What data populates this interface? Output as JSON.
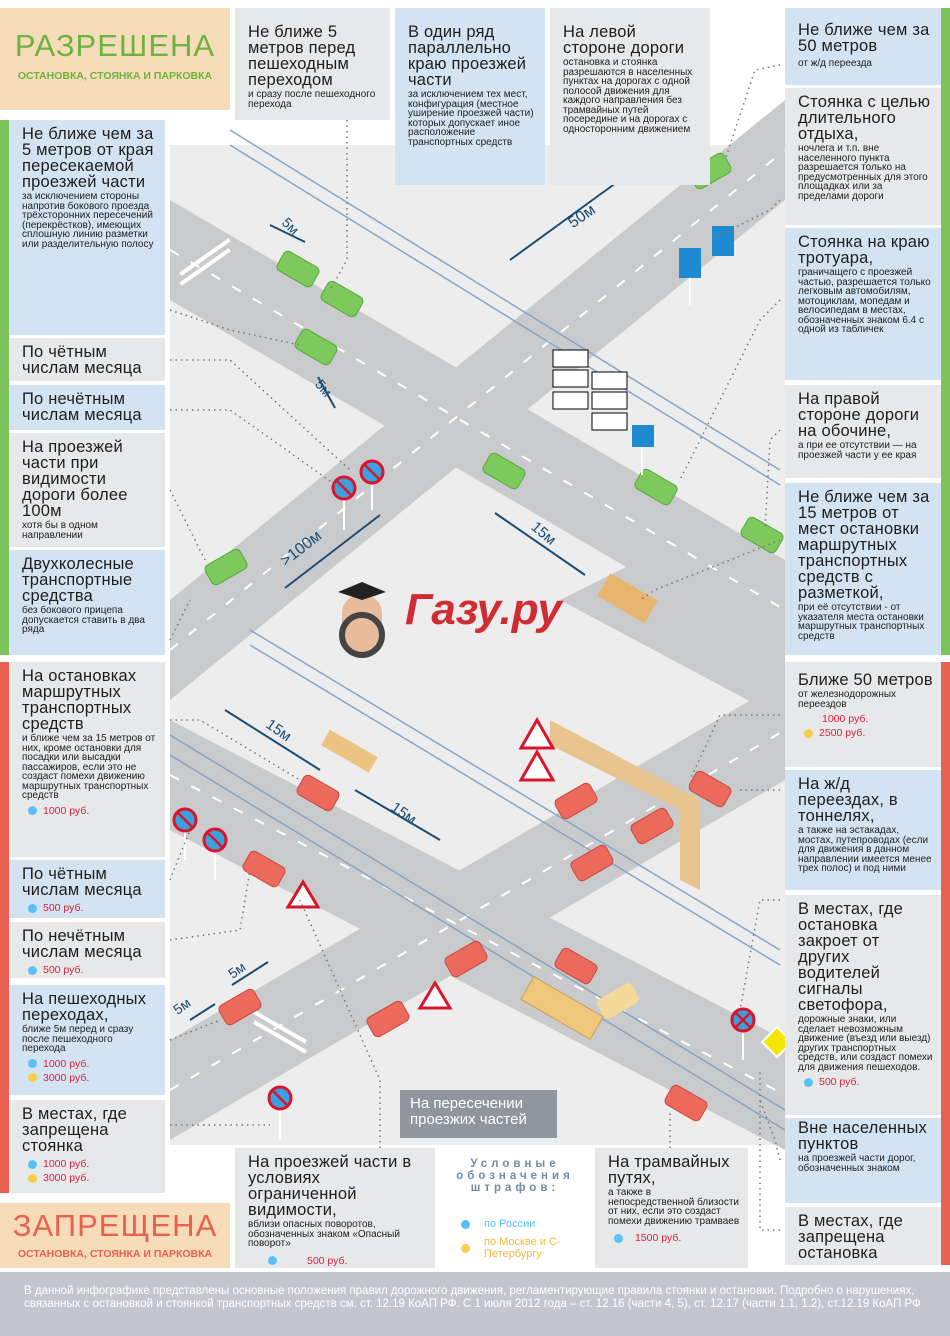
{
  "allowed": {
    "title": "РАЗРЕШЕНА",
    "subtitle": "ОСТАНОВКА, СТОЯНКА И ПАРКОВКА"
  },
  "forbidden": {
    "title": "ЗАПРЕЩЕНА",
    "subtitle": "ОСТАНОВКА, СТОЯНКА И ПАРКОВКА"
  },
  "top": [
    {
      "h": "Не ближе 5 метров перед пешеходным переходом",
      "s": "и сразу после пешеходного перехода"
    },
    {
      "h": "В один ряд параллельно краю проезжей части",
      "s": "за исключением тех мест, конфигурация (местное уширение проезжей части) которых допускает иное расположение транспортных средств"
    },
    {
      "h": "На левой стороне дороги",
      "s": "остановка и стоянка разрешаются в населенных пунктах на дорогах с одной полосой движения для каждого направления без трамвайных путей посередине и на дорогах с односторонним движением"
    }
  ],
  "left_allowed": [
    {
      "h": "Не ближе чем за 5 метров от края пересекаемой проезжей части",
      "s": "за исключением стороны напротив бокового проезда трёхсторонних пересечений (перекрёстков), имеющих сплошную линию разметки или разделительную полосу"
    },
    {
      "h": "По чётным числам месяца",
      "s": ""
    },
    {
      "h": "По нечётным числам месяца",
      "s": ""
    },
    {
      "h": "На проезжей части при видимости дороги более 100м",
      "s": "хотя бы в одном направлении"
    },
    {
      "h": "Двухколесные транспортные средства",
      "s": "без бокового прицепа допускается ставить в два ряда"
    }
  ],
  "right_allowed": [
    {
      "h": "Не ближе чем за 50 метров",
      "s": "от ж/д переезда"
    },
    {
      "h": "Стоянка с целью длительного отдыха,",
      "s": "ночлега и т.п. вне населенного пункта разрешается только на предусмотренных для этого площадках или за пределами дороги"
    },
    {
      "h": "Стоянка на краю тротуара,",
      "s": "граничащего с проезжей частью, разрешается только легковым автомобилям, мотоциклам, мопедам и велосипедам в местах, обозначенных знаком 6.4 с одной из табличек"
    },
    {
      "h": "На правой стороне дороги на обочине,",
      "s": "а при ее отсутствии — на проезжей части у ее края"
    },
    {
      "h": "Не ближе чем за 15 метров от мест остановки маршрутных транспортных средств с разметкой,",
      "s": "при её отсутствии - от указателя места остановки маршрутных транспортных средств"
    }
  ],
  "left_forbidden": [
    {
      "h": "На остановках маршрутных транспортных средств",
      "s": "и ближе чем за 15 метров от них, кроме остановки для посадки или высадки пассажиров, если это не создаст помехи движению маршрутных транспортных средств",
      "f1": "1000 руб."
    },
    {
      "h": "По чётным числам месяца",
      "f1": "500 руб."
    },
    {
      "h": "По нечётным числам месяца",
      "f1": "500 руб."
    },
    {
      "h": "На пешеходных переходах,",
      "s": "ближе 5м перед и сразу после пешеходного перехода",
      "f1": "1000 руб.",
      "f2": "3000 руб."
    },
    {
      "h": "В местах, где запрещена стоянка",
      "f1": "1000 руб.",
      "f2": "3000 руб."
    }
  ],
  "right_forbidden": [
    {
      "h": "Ближе 50 метров",
      "s": "от железнодорожных переездов",
      "f1": "1000 руб.",
      "f2": "2500 руб."
    },
    {
      "h": "На ж/д переездах, в тоннелях,",
      "s": "а также на эстакадах, мостах, путепроводах (если для движения в данном направлении имеется менее трех полос) и под ними"
    },
    {
      "h": "В местах, где остановка закроет от других водителей сигналы светофора,",
      "s": "дорожные знаки, или сделает невозможным движение (въезд или выезд) других транспортных средств, или создаст помехи для движения пешеходов.",
      "f1": "500 руб."
    },
    {
      "h": "Вне населенных пунктов",
      "s": "на проезжей части дорог, обозначенных знаком"
    },
    {
      "h": "В местах, где запрещена остановка"
    }
  ],
  "bottom": [
    {
      "h": "На проезжей части в условиях ограниченной видимости,",
      "s": "вблизи опасных поворотов, обозначенных знаком «Опасный поворот»",
      "f1": "500 руб."
    },
    {
      "h": "На трамвайных путях,",
      "s": "а также в непосредственной близости от них, если это создаст помехи движению трамваев",
      "f1": "1500 руб."
    }
  ],
  "legend": {
    "title": "Условные обозначения штрафов:",
    "russia": "по России",
    "moscow": "по Москве и С-Петербургу"
  },
  "intersection_label": "На пересечении проезжих частей",
  "logo": "Газу.ру",
  "dims": {
    "d5a": "5м",
    "d5b": "5м",
    "d50": "50м",
    "d100": ">100м",
    "d15a": "15м",
    "d15b": "15м",
    "d15c": "15м",
    "d5c": "5м",
    "d5d": "5м"
  },
  "footer": "В данной инфографике представлены основные положения правил дорожного движения, регламентирующие правила стоянки и остановки. Подробно о нарушениях, связанных с остановкой и стоянкой транспортных средств см. ст. 12.19 КоАП РФ. С 1 июля 2012 года – ст. 12.16 (части 4, 5), ст. 12.17 (части 1.1, 1.2), ст.12.19 КоАП РФ",
  "colors": {
    "green": "#6cb33f",
    "red": "#e8604f",
    "blue_box": "#d3e3f1",
    "gray_box": "#e6e8ea",
    "fine": "#e0203a",
    "russia": "#5bc0f5",
    "moscow": "#f9cf4a"
  }
}
